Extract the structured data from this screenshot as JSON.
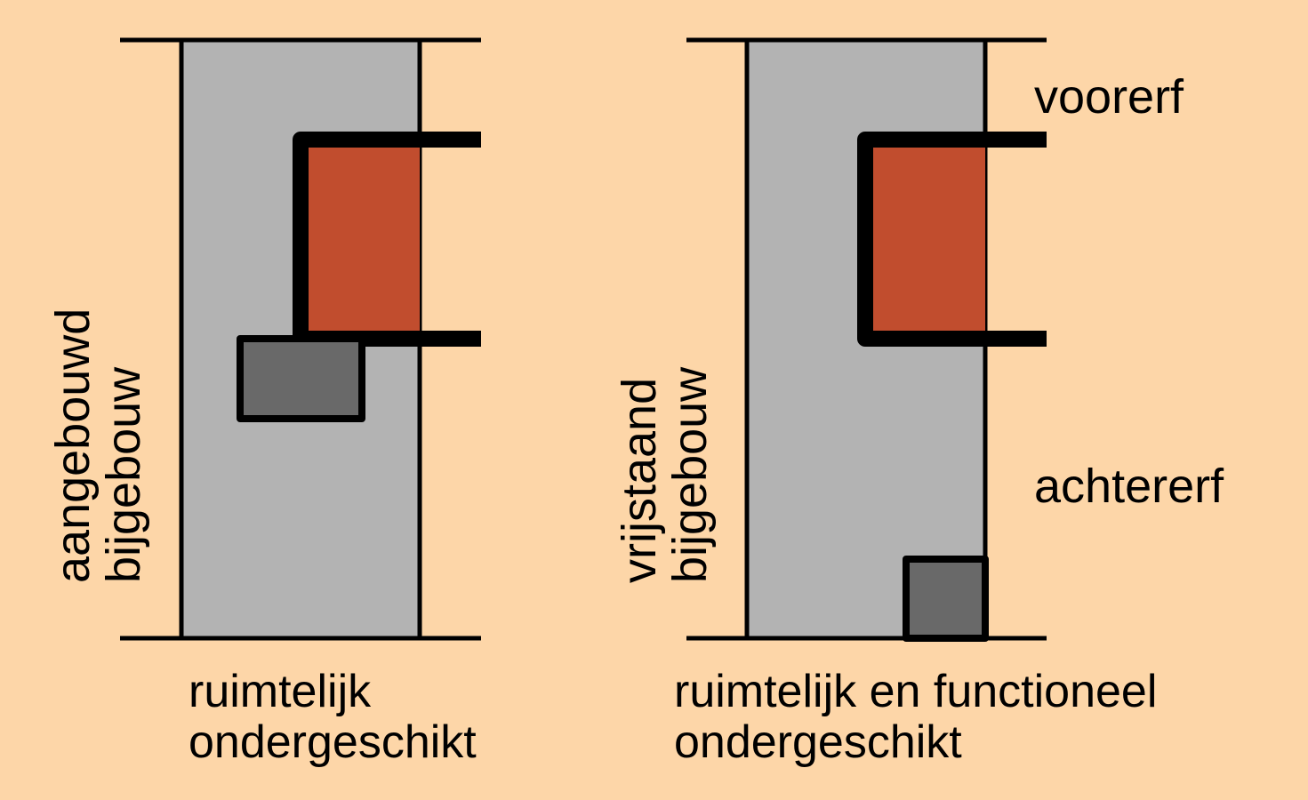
{
  "colors": {
    "background": "#FDD6A8",
    "plot": "#B3B3B3",
    "house": "#C14D2E",
    "annex": "#696969",
    "line": "#000000"
  },
  "left_panel": {
    "side_label_line1": "aangebouwd",
    "side_label_line2": "bijgebouw",
    "caption_line1": "ruimtelijk",
    "caption_line2": "ondergeschikt"
  },
  "right_panel": {
    "side_label_line1": "vrijstaand",
    "side_label_line2": "bijgebouw",
    "caption_line1": "ruimtelijk en functioneel",
    "caption_line2": "ondergeschikt",
    "zone_front": "voorerf",
    "zone_back": "achtererf"
  }
}
